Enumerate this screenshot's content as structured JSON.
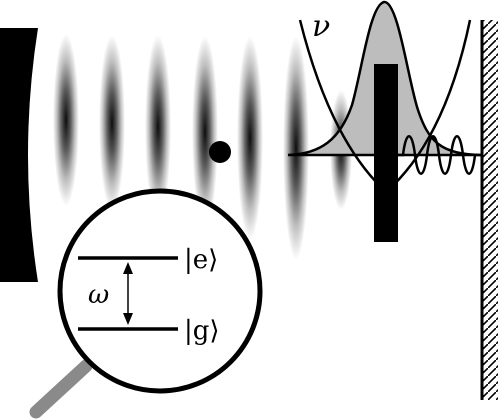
{
  "labels": {
    "nu": "ν",
    "excited_state": "|e⟩",
    "ground_state": "|g⟩",
    "omega": "ω"
  },
  "colors": {
    "ink": "#000000",
    "gaussian_fill": "#bdbdbd",
    "magnifier_handle": "#8a8a8a",
    "background": "#ffffff"
  },
  "icons": {
    "magnifier": "magnifier-icon"
  }
}
